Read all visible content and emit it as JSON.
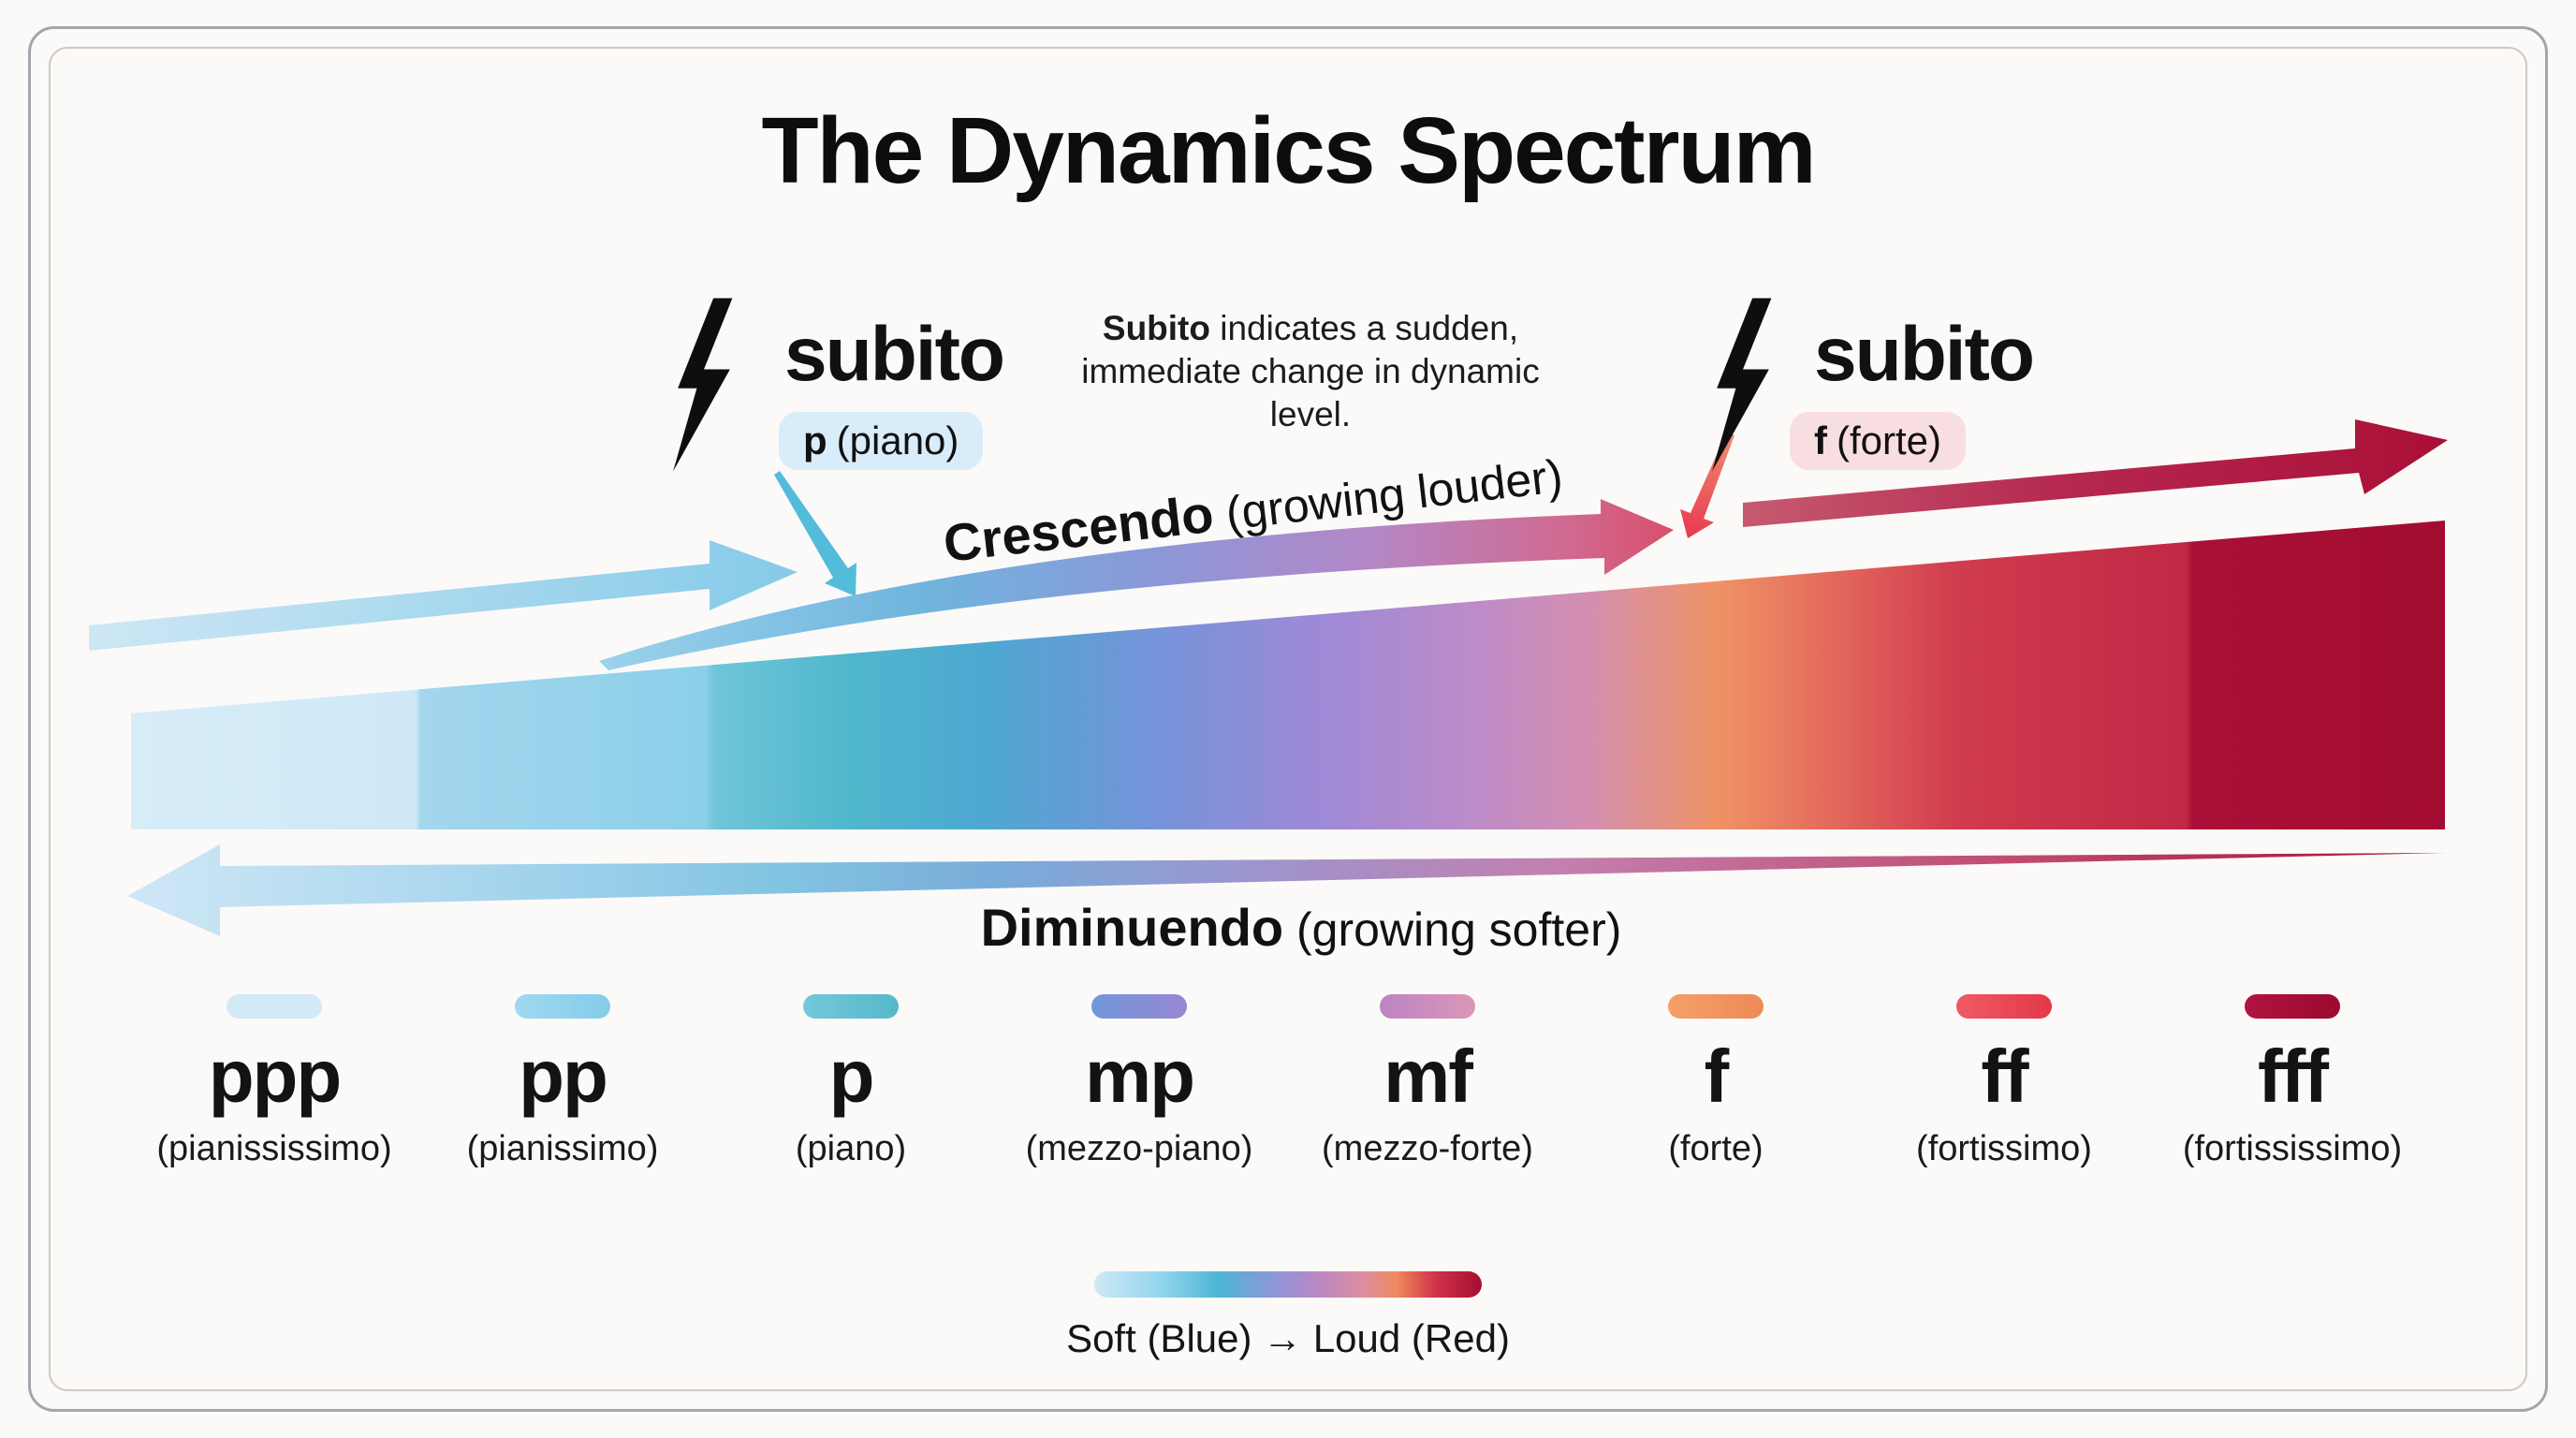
{
  "title": "The Dynamics Spectrum",
  "subito_left": {
    "word": "subito",
    "badge_symbol": "p",
    "badge_name": "(piano)",
    "badge_style": "background:#d9ecf9;"
  },
  "subito_right": {
    "word": "subito",
    "badge_symbol": "f",
    "badge_name": "(forte)",
    "badge_style": "background:#f9dee1;"
  },
  "subito_note": {
    "bold": "Subito",
    "line1_rest": " indicates a sudden,",
    "line2": "immediate change in dynamic level."
  },
  "crescendo": {
    "bold": "Crescendo",
    "rest": " (growing louder)"
  },
  "diminuendo": {
    "bold": "Diminuendo",
    "rest": " (growing softer)"
  },
  "dynamics": [
    {
      "symbol": "ppp",
      "name": "(pianississimo)",
      "pill_style": "background:#d2eaf7;"
    },
    {
      "symbol": "pp",
      "name": "(pianissimo)",
      "pill_style": "background:linear-gradient(90deg,#a0d8f0,#84ccea);"
    },
    {
      "symbol": "p",
      "name": "(piano)",
      "pill_style": "background:linear-gradient(90deg,#74c8db,#55b8c9);"
    },
    {
      "symbol": "mp",
      "name": "(mezzo-piano)",
      "pill_style": "background:linear-gradient(90deg,#7297da,#9787d3);"
    },
    {
      "symbol": "mf",
      "name": "(mezzo-forte)",
      "pill_style": "background:linear-gradient(90deg,#bc84c6,#dc96b6);"
    },
    {
      "symbol": "f",
      "name": "(forte)",
      "pill_style": "background:linear-gradient(90deg,#f5a067,#ee8a58);"
    },
    {
      "symbol": "ff",
      "name": "(fortissimo)",
      "pill_style": "background:linear-gradient(90deg,#f05a64,#e23949);"
    },
    {
      "symbol": "fff",
      "name": "(fortississimo)",
      "pill_style": "background:linear-gradient(90deg,#b01340,#9c0a2e);"
    }
  ],
  "legend": {
    "label": "Soft (Blue) → Loud (Red)",
    "bar_style": "background:linear-gradient(90deg,#cfe9f7 0%,#8fd4ec 18%,#4db6d6 32%,#8b97d8 46%,#bb87c4 58%,#e08d9e 70%,#ee8a5c 78%,#d03448 88%,#a50d32 100%);"
  },
  "colors": {
    "soft_blue": "#cfe9f7",
    "light_blue": "#8fd4ec",
    "teal": "#4fb6cb",
    "purple": "#9c8ad7",
    "pink": "#d48fb0",
    "orange": "#ef9365",
    "red": "#d03b4e",
    "crimson": "#a50d32",
    "badge_piano_bg": "#d9ecf9",
    "badge_forte_bg": "#f9dee1",
    "frame_gray": "#a5a5ae",
    "background": "#fbfaf8"
  }
}
